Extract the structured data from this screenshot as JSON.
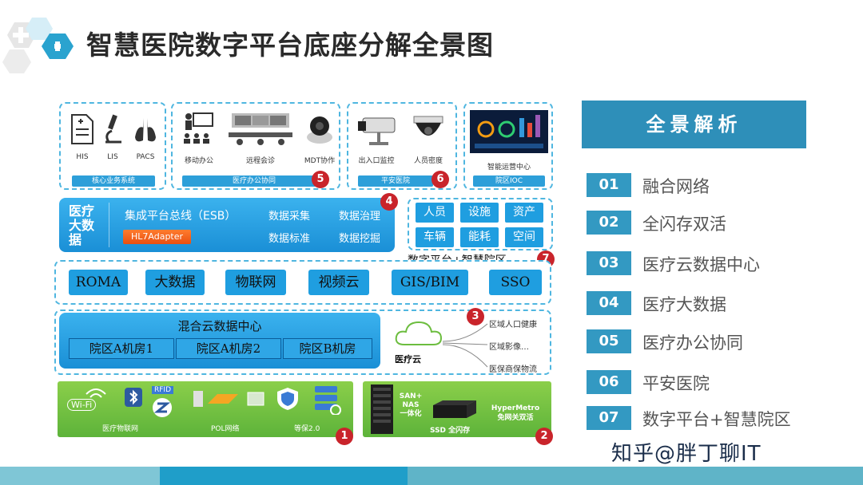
{
  "title": "智慧医院数字平台底座分解全景图",
  "colors": {
    "accent": "#1f9ee0",
    "head": "#2e8fb9",
    "badge": "#c9242b",
    "green": "#6cbd3f",
    "orange": "#f0601c"
  },
  "diagram": {
    "core": {
      "icons": [
        "HIS",
        "LIS",
        "PACS"
      ],
      "caption": "核心业务系统"
    },
    "office": {
      "icons": [
        "移动办公",
        "远程会诊",
        "MDT协作"
      ],
      "caption": "医疗办公协同",
      "badge": "5"
    },
    "safety": {
      "icons": [
        "出入口监控",
        "人员密度"
      ],
      "caption": "平安医院",
      "badge": "6"
    },
    "ioc": {
      "icon_label": "智能运营中心",
      "caption": "院区IOC"
    },
    "esb": {
      "left_label": "医疗大数据",
      "bus": "集成平台总线（ESB）",
      "adapter": "HL7Adapter",
      "items": [
        "数据采集",
        "数据治理",
        "数据标准",
        "数据挖掘"
      ],
      "badge": "4"
    },
    "smart": {
      "tiles": [
        "人员",
        "设施",
        "资产",
        "车辆",
        "能耗",
        "空间"
      ],
      "label": "数字平台+智慧院区",
      "badge": "7"
    },
    "platforms": [
      "ROMA",
      "大数据",
      "物联网",
      "视频云",
      "GIS/BIM",
      "SSO"
    ],
    "hybrid": {
      "title": "混合云数据中心",
      "rooms": [
        "院区A机房1",
        "院区A机房2",
        "院区B机房"
      ]
    },
    "cloud": {
      "name": "医疗云",
      "items": [
        "区域人口健康",
        "区域影像…",
        "医保商保物流"
      ],
      "badge": "3"
    },
    "network": {
      "icon_texts": [
        "Wi-Fi",
        "RFID"
      ],
      "labels": [
        "医疗物联网",
        "POL网络",
        "等保2.0"
      ],
      "badge": "1"
    },
    "storage": {
      "labels": [
        "SAN+\nNAS\n一体化",
        "SSD 全闪存",
        "HyperMetro\n免网关双活"
      ],
      "badge": "2"
    }
  },
  "panel": {
    "heading": "全景解析",
    "items": [
      {
        "num": "01",
        "text": "融合网络"
      },
      {
        "num": "02",
        "text": "全闪存双活"
      },
      {
        "num": "03",
        "text": "医疗云数据中心"
      },
      {
        "num": "04",
        "text": "医疗大数据"
      },
      {
        "num": "05",
        "text": "医疗办公协同"
      },
      {
        "num": "06",
        "text": "平安医院"
      },
      {
        "num": "07",
        "text": "数字平台+智慧院区"
      }
    ]
  },
  "watermark": "知乎@胖丁聊IT"
}
